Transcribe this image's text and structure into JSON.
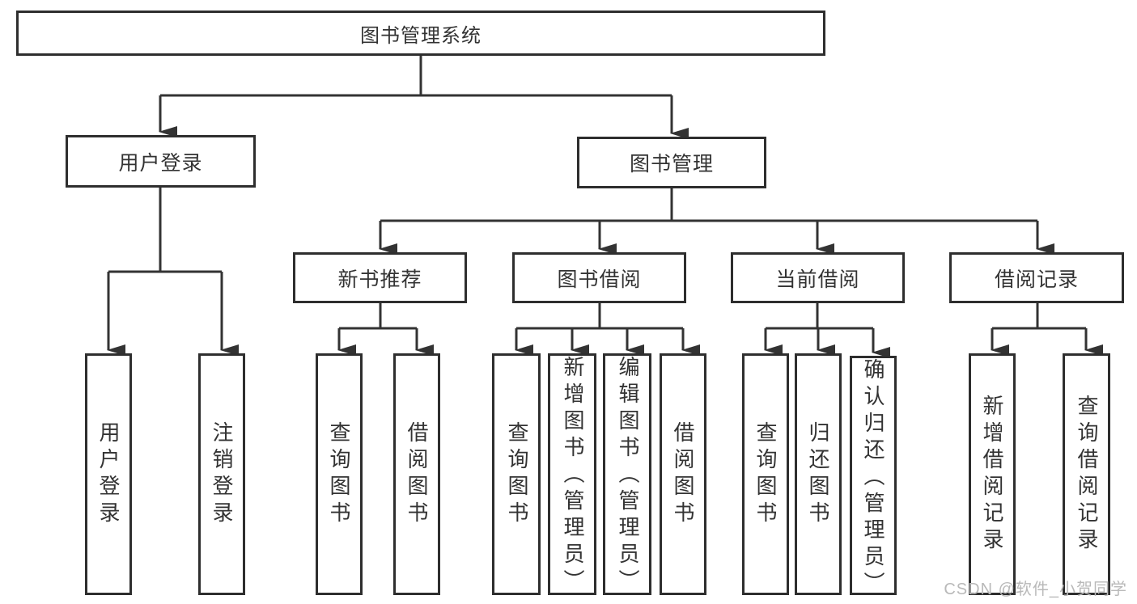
{
  "diagram": {
    "root": "图书管理系统",
    "branches": {
      "user_login": {
        "label": "用户登录",
        "children": {
          "login": "用户登录",
          "logout": "注销登录"
        }
      },
      "book_mgmt": {
        "label": "图书管理",
        "sections": {
          "new_books": {
            "label": "新书推荐",
            "children": {
              "query": "查询图书",
              "borrow": "借阅图书"
            }
          },
          "book_borrow": {
            "label": "图书借阅",
            "children": {
              "query": "查询图书",
              "add": "新增图书（管理员）",
              "edit": "编辑图书（管理员）",
              "borrow": "借阅图书"
            }
          },
          "current_borrow": {
            "label": "当前借阅",
            "children": {
              "query": "查询图书",
              "return": "归还图书",
              "confirm": "确认归还（管理员）"
            }
          },
          "borrow_records": {
            "label": "借阅记录",
            "children": {
              "add": "新增借阅记录",
              "query": "查询借阅记录"
            }
          }
        }
      }
    },
    "watermark": "CSDN @软件_小贺同学",
    "colors": {
      "line": "#333333",
      "border": "#2e2e2e",
      "text": "#333333",
      "watermark": "#b9b9b9"
    }
  }
}
